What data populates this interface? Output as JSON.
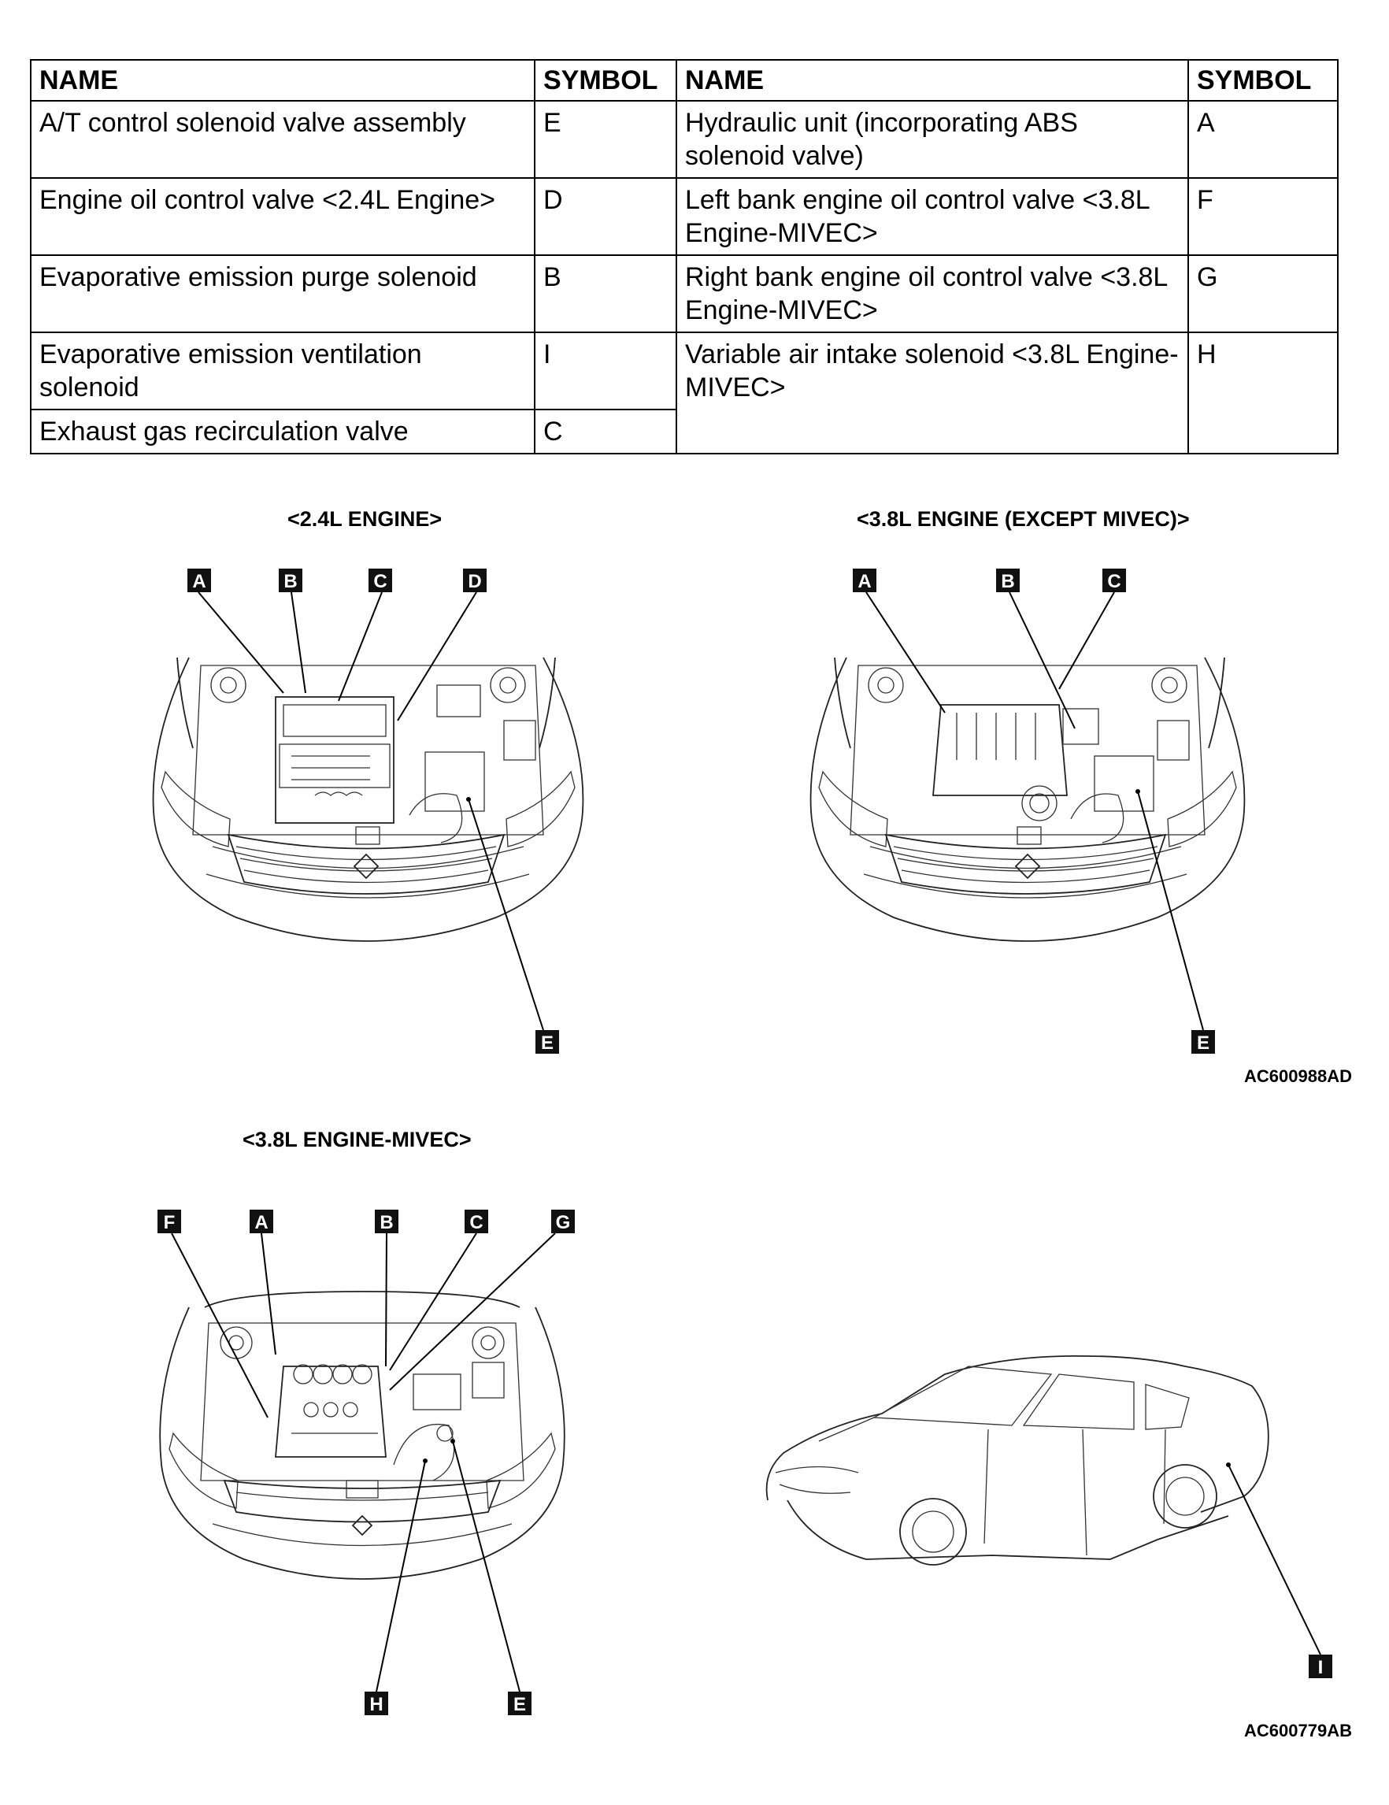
{
  "table": {
    "headers": [
      "NAME",
      "SYMBOL",
      "NAME",
      "SYMBOL"
    ],
    "rows": [
      {
        "name1": "A/T control solenoid valve assembly",
        "sym1": "E",
        "name2": "Hydraulic unit (incorporating ABS solenoid valve)",
        "sym2": "A"
      },
      {
        "name1": "Engine oil control valve <2.4L Engine>",
        "sym1": "D",
        "name2": "Left bank engine oil control valve <3.8L Engine-MIVEC>",
        "sym2": "F"
      },
      {
        "name1": "Evaporative emission purge solenoid",
        "sym1": "B",
        "name2": "Right bank engine oil control valve <3.8L Engine-MIVEC>",
        "sym2": "G"
      },
      {
        "name1": "Evaporative emission ventilation solenoid",
        "sym1": "I",
        "name2": "Variable air intake solenoid <3.8L Engine-MIVEC>",
        "sym2": "H"
      },
      {
        "name1": "Exhaust gas recirculation valve",
        "sym1": "C"
      }
    ]
  },
  "diagrams": {
    "engine24": {
      "caption": "<2.4L ENGINE>",
      "labels": [
        "A",
        "B",
        "C",
        "D",
        "E"
      ]
    },
    "engine38": {
      "caption": "<3.8L ENGINE (EXCEPT MIVEC)>",
      "labels": [
        "A",
        "B",
        "C",
        "E"
      ]
    },
    "engine38mivec": {
      "caption": "<3.8L ENGINE-MIVEC>",
      "labels": [
        "F",
        "A",
        "B",
        "C",
        "G",
        "H",
        "E"
      ]
    },
    "car": {
      "labels": [
        "I"
      ]
    }
  },
  "figure_codes": {
    "top": "AC600988AD",
    "bottom": "AC600779AB"
  }
}
